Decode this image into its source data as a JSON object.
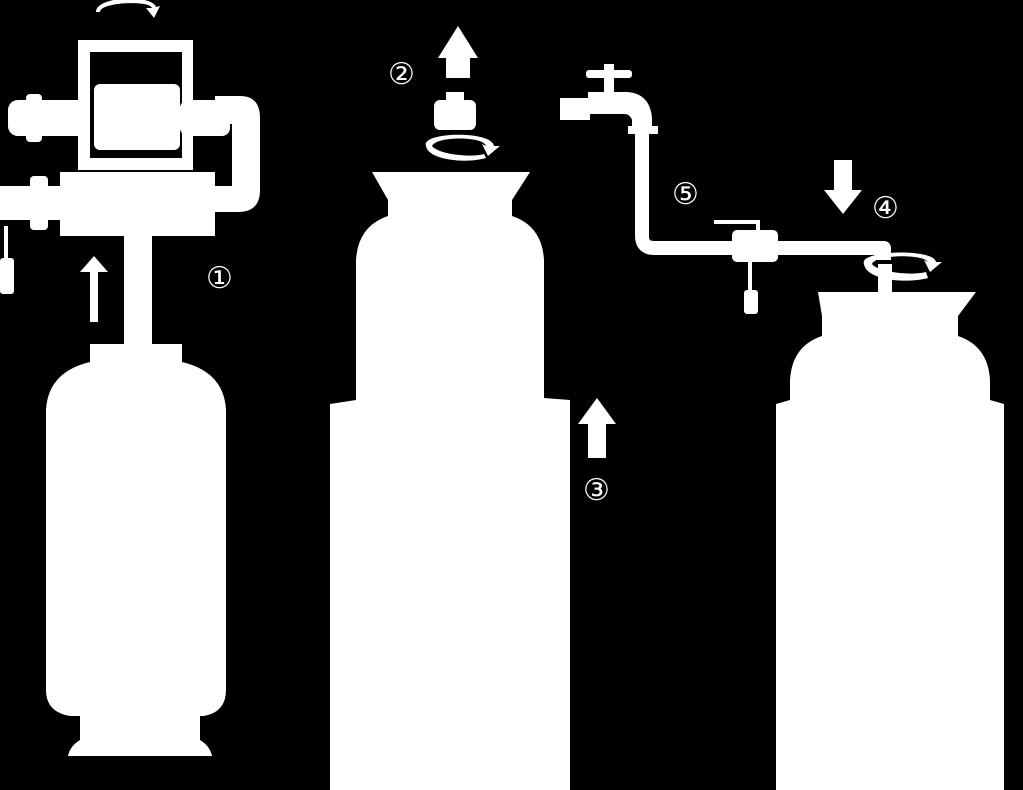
{
  "colors": {
    "background": "#000000",
    "figure": "#ffffff"
  },
  "steps": [
    {
      "number": "①"
    },
    {
      "number": "②"
    },
    {
      "number": "③"
    },
    {
      "number": "④"
    },
    {
      "number": "⑤"
    }
  ],
  "icons": {
    "rotation": "rotation-arrow-icon",
    "up": "arrow-up-icon",
    "down": "arrow-down-icon"
  }
}
